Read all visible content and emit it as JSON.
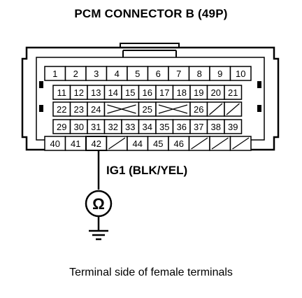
{
  "title": "PCM CONNECTOR B (49P)",
  "caption": "Terminal side of female terminals",
  "wire_label": "IG1 (BLK/YEL)",
  "meter_symbol": "Ω",
  "connector": {
    "rows": [
      [
        "1",
        "2",
        "3",
        "4",
        "5",
        "6",
        "7",
        "8",
        "9",
        "10"
      ],
      [
        "11",
        "12",
        "13",
        "14",
        "15",
        "16",
        "17",
        "18",
        "19",
        "20",
        "21"
      ],
      [
        "22",
        "23",
        "24",
        "X",
        "25",
        "X",
        "26",
        "/",
        "/"
      ],
      [
        "29",
        "30",
        "31",
        "32",
        "33",
        "34",
        "35",
        "36",
        "37",
        "38",
        "39"
      ],
      [
        "40",
        "41",
        "42",
        "/",
        "44",
        "45",
        "46",
        "/",
        "/",
        "/"
      ]
    ],
    "probed_terminal": "42"
  }
}
